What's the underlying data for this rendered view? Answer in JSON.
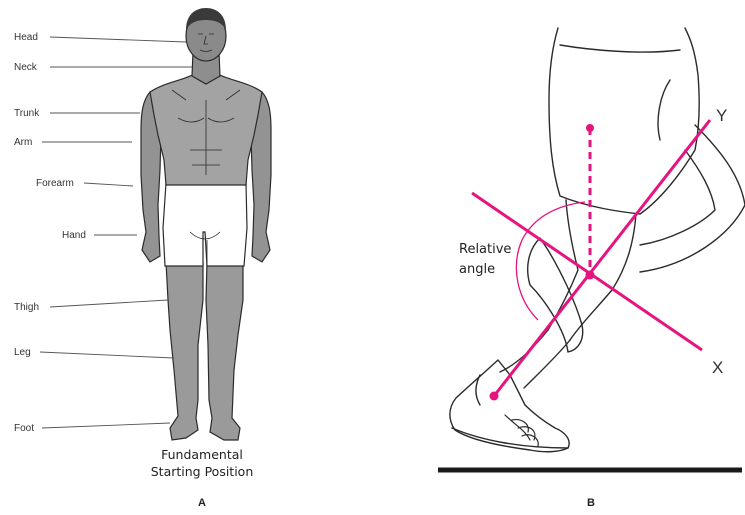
{
  "panel_a": {
    "labels": [
      "Head",
      "Neck",
      "Trunk",
      "Arm",
      "Forearm",
      "Hand",
      "Thigh",
      "Leg",
      "Foot"
    ],
    "caption_line1": "Fundamental",
    "caption_line2": "Starting Position",
    "panel_letter": "A"
  },
  "panel_b": {
    "axis_y": "Y",
    "axis_x": "X",
    "angle_label_line1": "Relative",
    "angle_label_line2": "angle",
    "panel_letter": "B"
  },
  "colors": {
    "accent": "#e5147f",
    "outline": "#2b2b2b",
    "skin": "#8f8f8f"
  }
}
